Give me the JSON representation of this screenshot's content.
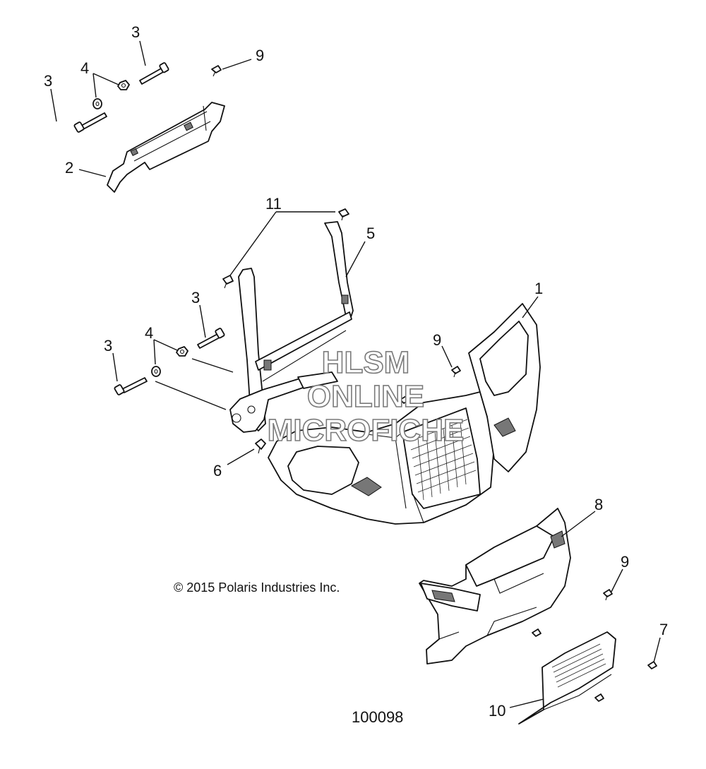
{
  "callouts": [
    {
      "id": "c-3a",
      "label": "3"
    },
    {
      "id": "c-9a",
      "label": "9"
    },
    {
      "id": "c-4a",
      "label": "4"
    },
    {
      "id": "c-3b",
      "label": "3"
    },
    {
      "id": "c-2",
      "label": "2"
    },
    {
      "id": "c-11",
      "label": "11"
    },
    {
      "id": "c-5",
      "label": "5"
    },
    {
      "id": "c-1",
      "label": "1"
    },
    {
      "id": "c-3c",
      "label": "3"
    },
    {
      "id": "c-9b",
      "label": "9"
    },
    {
      "id": "c-4b",
      "label": "4"
    },
    {
      "id": "c-3d",
      "label": "3"
    },
    {
      "id": "c-6",
      "label": "6"
    },
    {
      "id": "c-8",
      "label": "8"
    },
    {
      "id": "c-9c",
      "label": "9"
    },
    {
      "id": "c-7",
      "label": "7"
    },
    {
      "id": "c-10",
      "label": "10"
    }
  ],
  "watermark": {
    "line1": "HLSM",
    "line2": "ONLINE",
    "line3": "MICROFICHE"
  },
  "copyright": "© 2015 Polaris Industries Inc.",
  "drawing_number": "100098"
}
